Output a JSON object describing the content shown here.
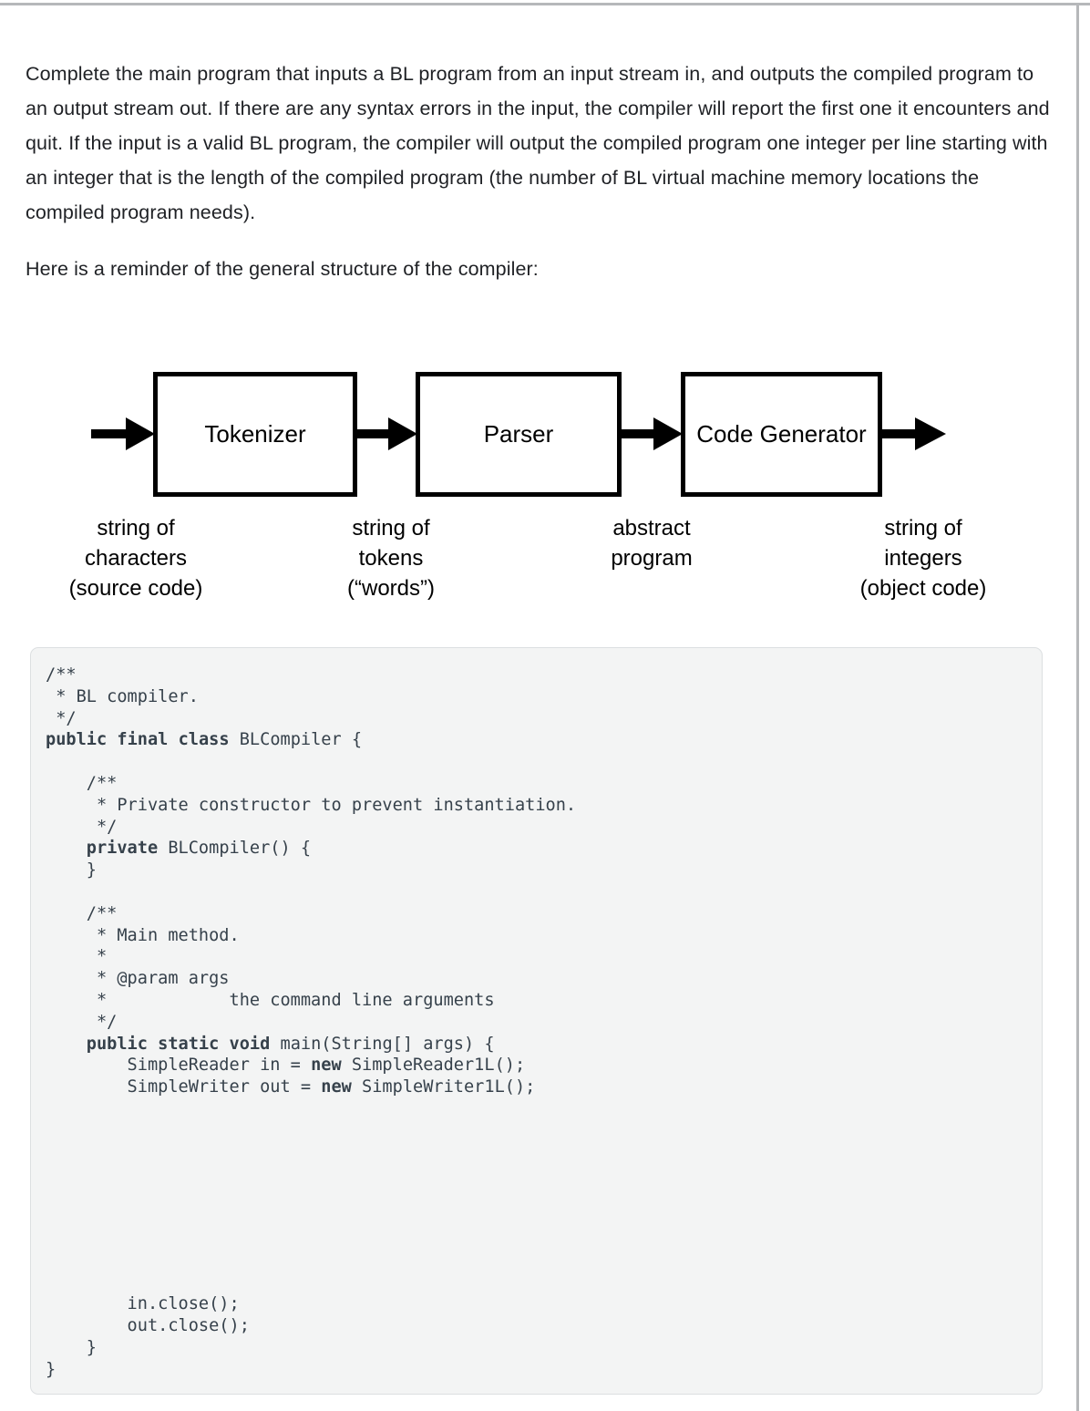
{
  "page": {
    "paragraphs": [
      "Complete the main program that inputs a BL program from an input stream in, and outputs the compiled program to an output stream out.  If there are any syntax errors in the input, the compiler will report the first one it encounters and quit.  If the input is a valid BL program, the compiler will output the compiled program one integer per line starting with an integer that is the length of the compiled program (the number of BL virtual machine memory locations the compiled program needs).",
      "Here is a reminder of the general structure of the compiler:"
    ]
  },
  "diagram": {
    "stages": [
      {
        "name": "tokenizer",
        "label": "Tokenizer"
      },
      {
        "name": "parser",
        "label": "Parser"
      },
      {
        "name": "code-generator",
        "label": "Code\nGenerator"
      }
    ],
    "flow_labels": [
      {
        "name": "source-code",
        "label": "string of\ncharacters\n(source code)"
      },
      {
        "name": "tokens",
        "label": "string of\ntokens\n(“words”)"
      },
      {
        "name": "abstract-program",
        "label": "abstract\nprogram"
      },
      {
        "name": "object-code",
        "label": "string of\nintegers\n(object code)"
      }
    ],
    "arrows": [
      {
        "name": "arrow-input"
      },
      {
        "name": "arrow-tokenizer-to-parser"
      },
      {
        "name": "arrow-parser-to-codegen"
      },
      {
        "name": "arrow-output"
      }
    ],
    "box_border_color": "#000000"
  },
  "code": {
    "language": "java",
    "background": "#f3f4f4",
    "text_color": "#36414b",
    "lines": [
      "/**",
      " * BL compiler.",
      " */",
      "public final class BLCompiler {",
      "",
      "    /**",
      "     * Private constructor to prevent instantiation.",
      "     */",
      "    private BLCompiler() {",
      "    }",
      "",
      "    /**",
      "     * Main method.",
      "     *",
      "     * @param args",
      "     *            the command line arguments",
      "     */",
      "    public static void main(String[] args) {",
      "        SimpleReader in = new SimpleReader1L();",
      "        SimpleWriter out = new SimpleWriter1L();",
      "",
      "",
      "",
      "",
      "",
      "",
      "",
      "",
      "",
      "        in.close();",
      "        out.close();",
      "    }",
      "}"
    ],
    "bold_tokens": [
      "public",
      "final",
      "class",
      "private",
      "static",
      "void",
      "new"
    ]
  }
}
